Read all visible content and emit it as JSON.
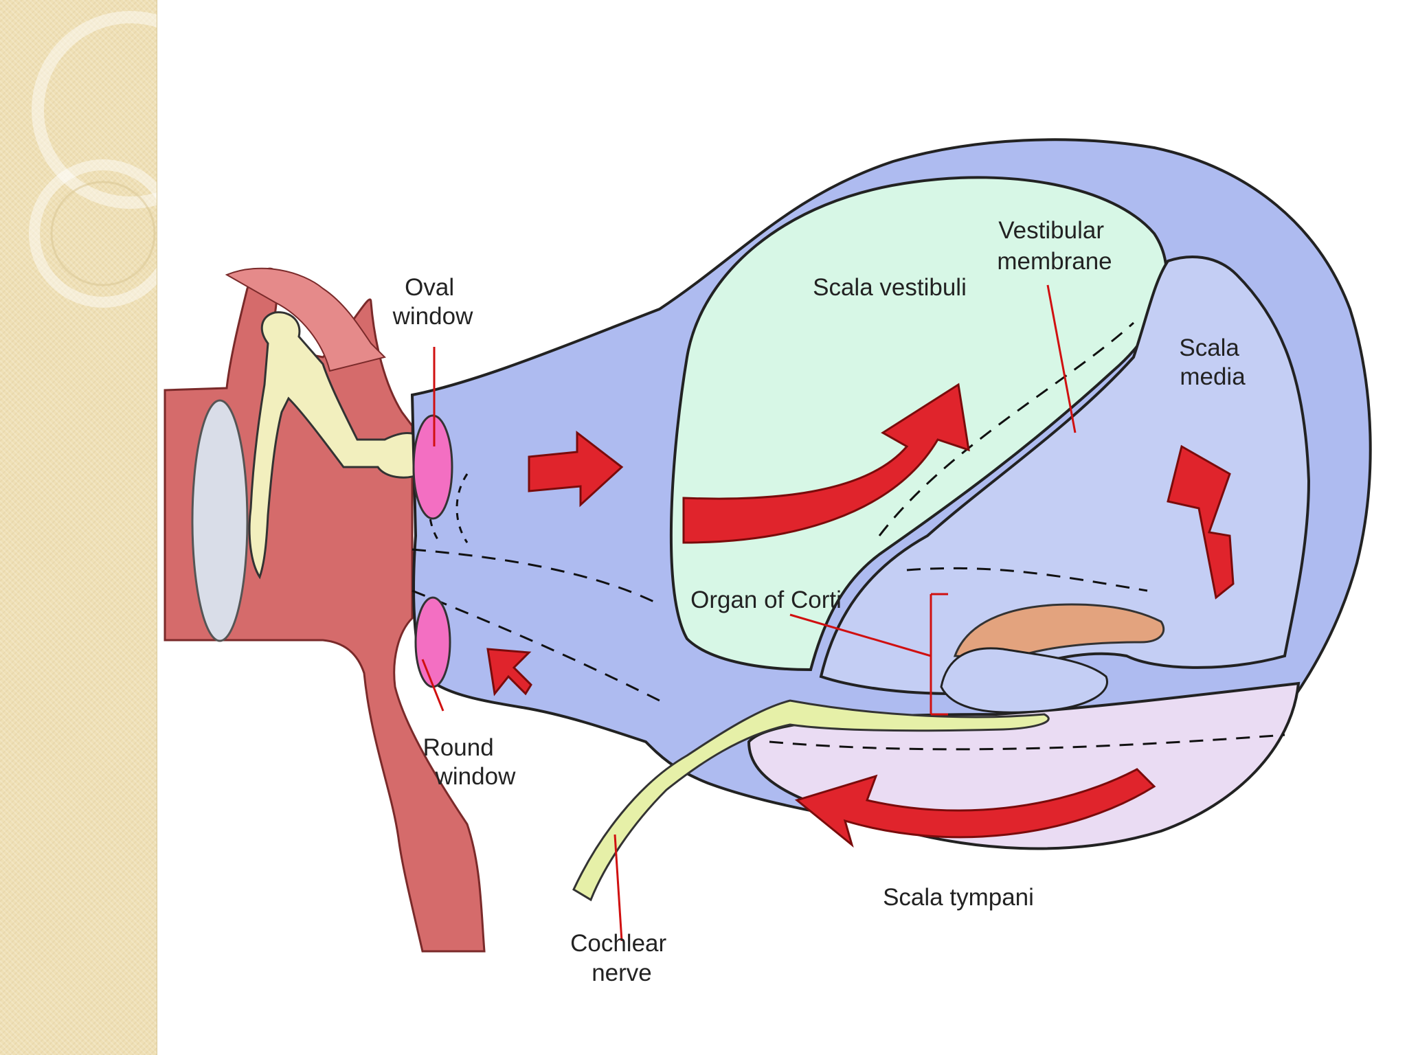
{
  "labels": {
    "oval_window": [
      "Oval",
      "window"
    ],
    "round_window": [
      "Round",
      "window"
    ],
    "scala_vestibuli": "Scala vestibuli",
    "vestibular_membrane": [
      "Vestibular",
      "membrane"
    ],
    "scala_media": [
      "Scala",
      "media"
    ],
    "organ_of_corti": "Organ of Corti",
    "scala_tympani": "Scala tympani",
    "cochlear_nerve": [
      "Cochlear",
      "nerve"
    ]
  },
  "colors": {
    "sidebar": "#efe0b6",
    "cochlea_outer": "#aebbf0",
    "scala_vestibuli": "#d7f7e6",
    "scala_media": "#c4cef4",
    "scala_tympani": "#eadcf3",
    "middle_ear": "#d56b6b",
    "ossicles": "#f2efbe",
    "membrane_windows": "#f36fc2",
    "arrows": "#e0242c",
    "tectorial_membrane": "#e3a37e",
    "nerve": "#e6f0a8",
    "leader_lines": "#d01010"
  }
}
